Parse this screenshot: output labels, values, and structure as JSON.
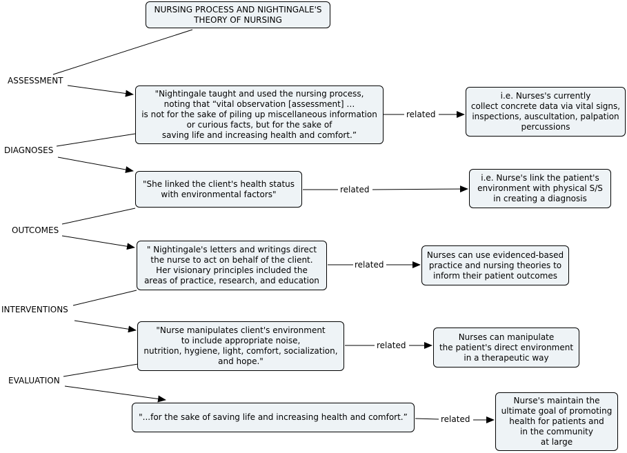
{
  "title": "NURSING PROCESS AND NIGHTINGALE'S\nTHEORY OF NURSING",
  "stages": {
    "assessment": "ASSESSMENT",
    "diagnoses": "DIAGNOSES",
    "outcomes": "OUTCOMES",
    "interventions": "INTERVENTIONS",
    "evaluation": "EVALUATION"
  },
  "quotes": {
    "q1": "\"Nightingale taught and used the nursing process,\nnoting that “vital observation [assessment] …\nis not for the sake of piling up miscellaneous information\nor curious facts, but for the sake of\nsaving life and increasing health and comfort.”",
    "q2": "\"She linked the client's health status\nwith environmental factors\"",
    "q3": "\" Nightingale's letters and writings direct\nthe nurse to act on behalf of the client.\nHer visionary principles included the\nareas of practice, research, and education",
    "q4": "\"Nurse manipulates client's environment\nto include appropriate noise,\nnutrition, hygiene, light, comfort, socialization,\nand hope.\"",
    "q5": "\"...for the sake of saving life and increasing health and comfort.”"
  },
  "examples": {
    "e1": "i.e. Nurses's currently\ncollect concrete data via vital signs,\ninspections, auscultation, palpation\npercussions",
    "e2": "i.e. Nurse's link the patient's\nenvironment with physical S/S\nin creating a diagnosis",
    "e3": "Nurses can use evidenced-based\npractice and nursing theories to\ninform their patient outcomes",
    "e4": "Nurses can manipulate\nthe patient's direct environment\nin a therapeutic way",
    "e5": "Nurse's maintain the\nultimate goal of promoting\nhealth for patients and\nin the community\nat large"
  },
  "link_label": "related",
  "colors": {
    "node_fill": "#eef3f6",
    "border": "#000000",
    "line": "#000000"
  }
}
